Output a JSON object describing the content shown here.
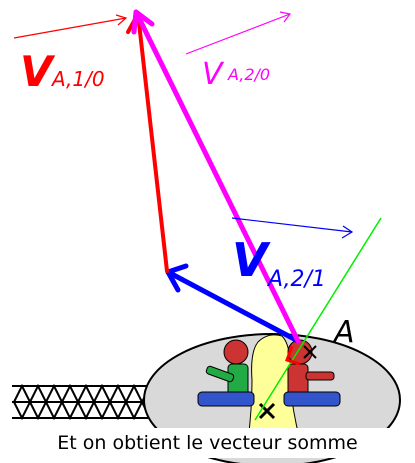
{
  "labels": {
    "v_a10_letter": "V",
    "v_a10_sub": "A,1/0",
    "v_a20_letter": "V",
    "v_a20_sub": "A,2/0",
    "v_a21_letter": "V",
    "v_a21_sub": "A,2/1",
    "point_a": "A"
  },
  "caption": "Et on obtient le vecteur somme",
  "colors": {
    "v_a10": "#ff0000",
    "v_a20": "#ff00ff",
    "v_a21": "#0000ff",
    "direction_line": "#00ee00",
    "seat": "#d9d9d9",
    "yellow": "#ffff99",
    "person_green": "#22aa44",
    "person_blue": "#3355cc",
    "person_red": "#cc3333"
  }
}
